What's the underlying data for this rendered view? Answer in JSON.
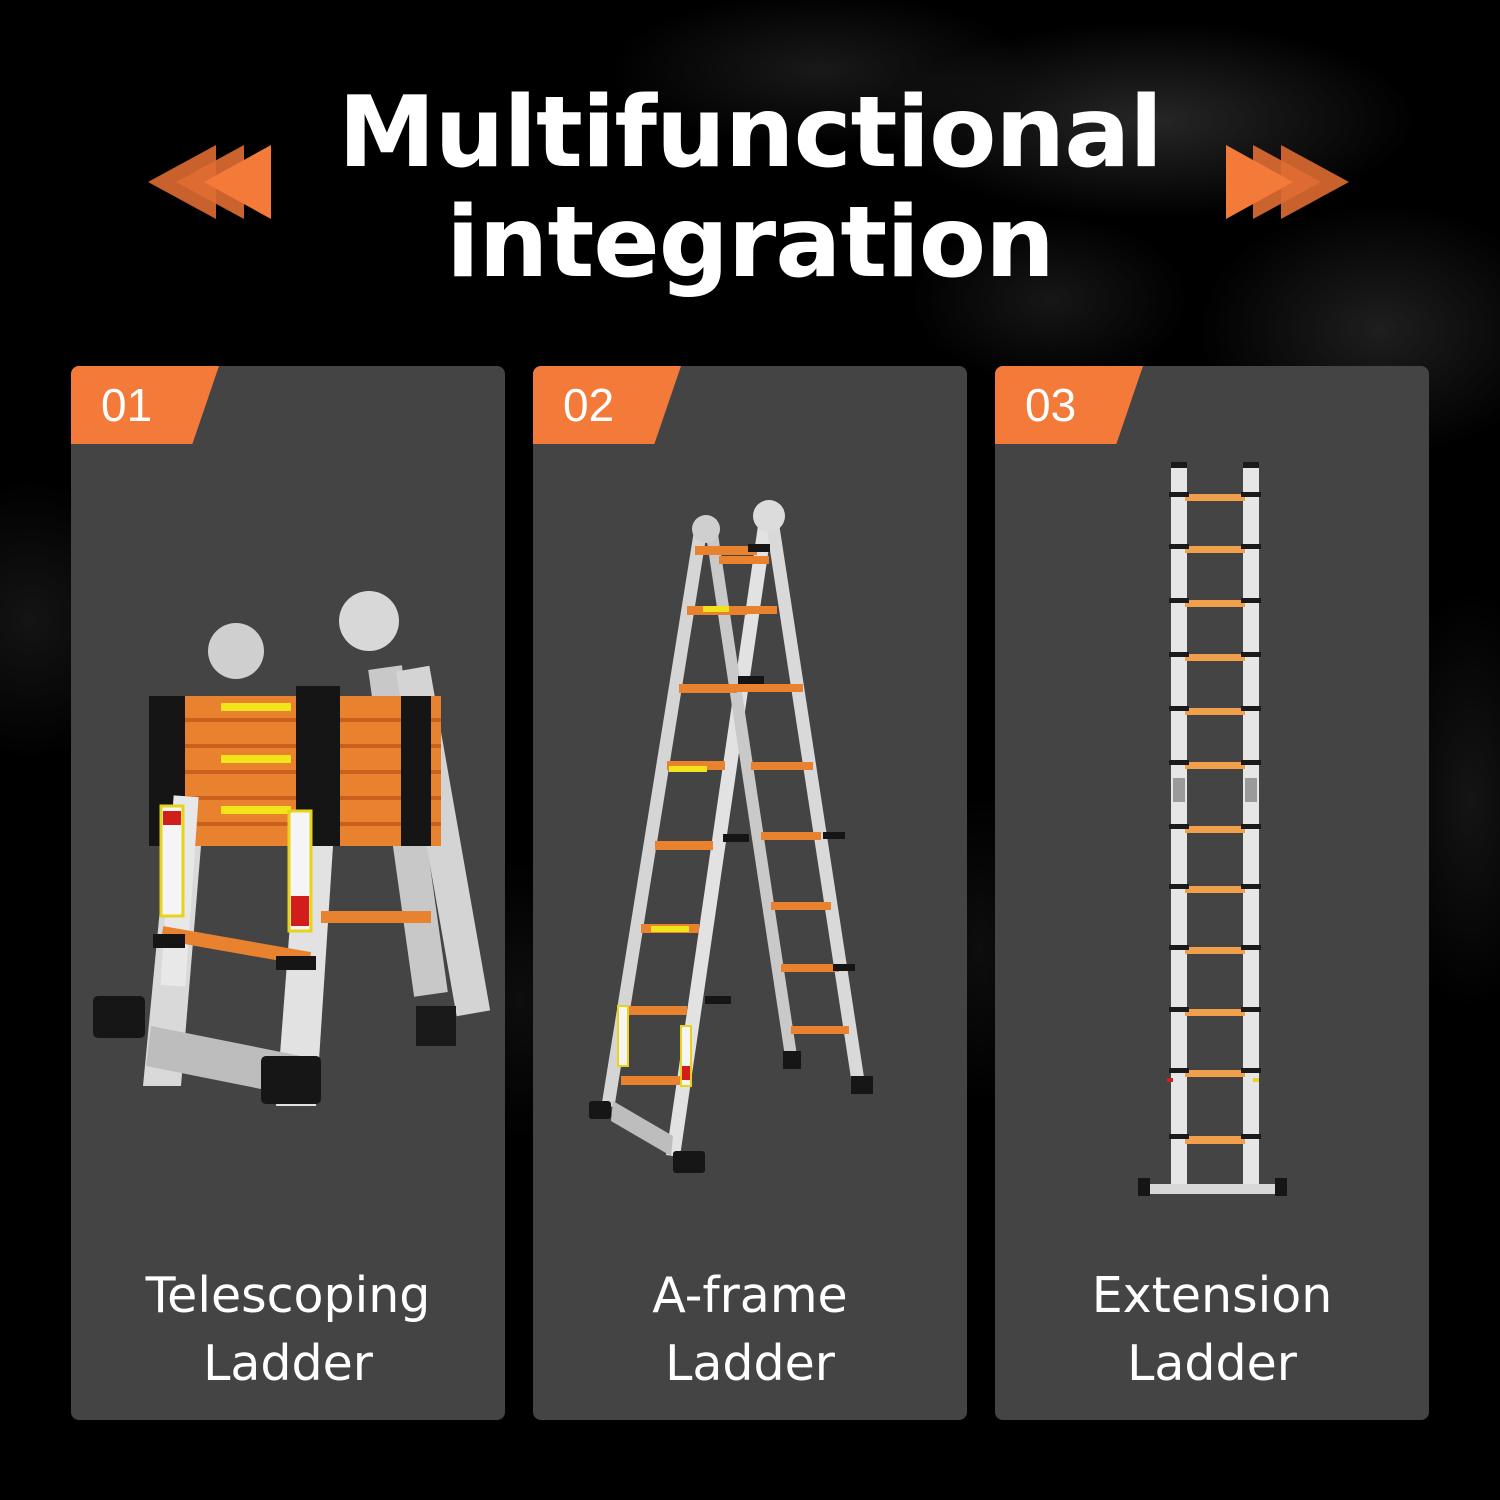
{
  "header": {
    "title_line1": "Multifunctional",
    "title_line2": "integration",
    "left_decoration": "triple-left-arrow-icon",
    "right_decoration": "triple-right-arrow-icon"
  },
  "colors": {
    "accent_orange": "#f47a3a",
    "card_background": "#444444",
    "page_background": "#000000",
    "text": "#ffffff"
  },
  "cards": [
    {
      "number": "01",
      "label_line1": "Telescoping",
      "label_line2": "Ladder",
      "image": "telescoping-ladder-image"
    },
    {
      "number": "02",
      "label_line1": "A-frame",
      "label_line2": "Ladder",
      "image": "a-frame-ladder-image"
    },
    {
      "number": "03",
      "label_line1": "Extension",
      "label_line2": "Ladder",
      "image": "extension-ladder-image"
    }
  ]
}
